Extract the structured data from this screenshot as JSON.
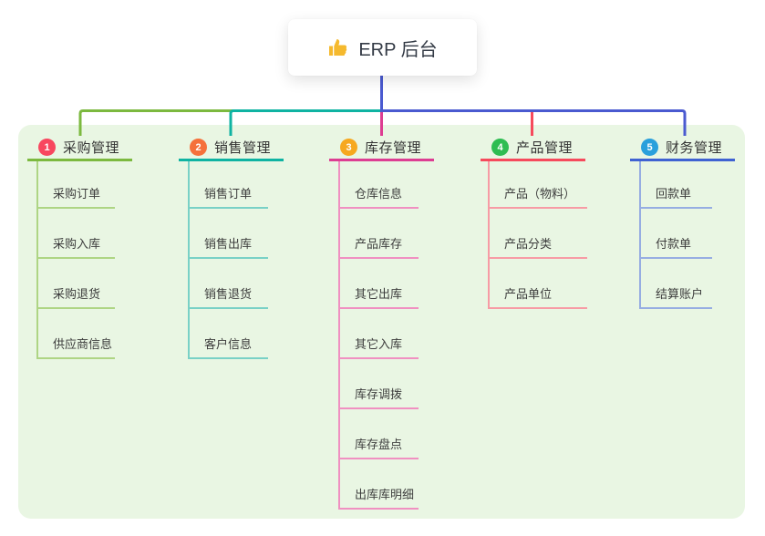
{
  "root": {
    "title": "ERP 后台",
    "icon": "thumbs-up-icon",
    "icon_color": "#f5b92e"
  },
  "colors": {
    "connector": "#4a5ad0",
    "panel_bg": "#e9f6e3"
  },
  "branches": [
    {
      "badge": "1",
      "label": "采购管理",
      "badge_color": "#f8475f",
      "line_color": "#7cb93f",
      "light_color": "#aed584",
      "children": [
        "采购订单",
        "采购入库",
        "采购退货",
        "供应商信息"
      ]
    },
    {
      "badge": "2",
      "label": "销售管理",
      "badge_color": "#f5713b",
      "line_color": "#0fb3a2",
      "light_color": "#79d1c6",
      "children": [
        "销售订单",
        "销售出库",
        "销售退货",
        "客户信息"
      ]
    },
    {
      "badge": "3",
      "label": "库存管理",
      "badge_color": "#f6a81f",
      "line_color": "#dd3d92",
      "light_color": "#f090c1",
      "children": [
        "仓库信息",
        "产品库存",
        "其它出库",
        "其它入库",
        "库存调拨",
        "库存盘点",
        "出库库明细"
      ]
    },
    {
      "badge": "4",
      "label": "产品管理",
      "badge_color": "#2ebd52",
      "line_color": "#f64a5c",
      "light_color": "#f79ba5",
      "children": [
        "产品（物料）",
        "产品分类",
        "产品单位"
      ]
    },
    {
      "badge": "5",
      "label": "财务管理",
      "badge_color": "#2aa0dc",
      "line_color": "#3f62d2",
      "light_color": "#96ade2",
      "children": [
        "回款单",
        "付款单",
        "结算账户"
      ]
    }
  ]
}
